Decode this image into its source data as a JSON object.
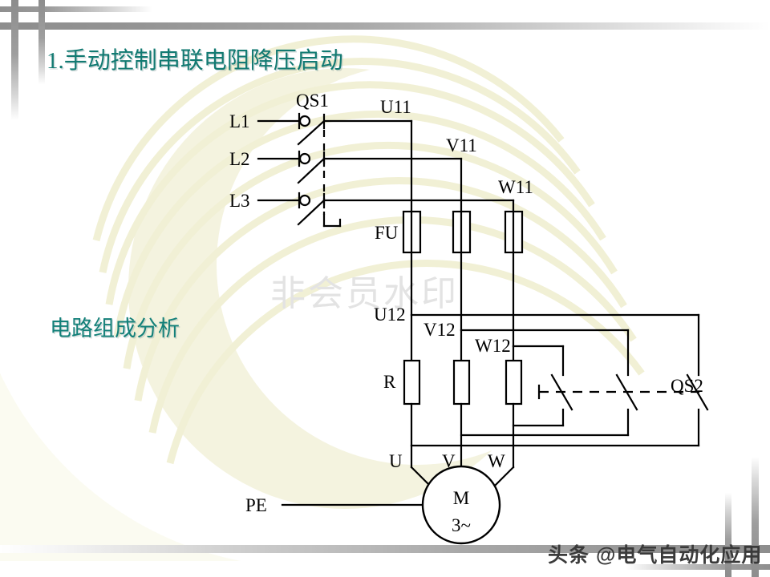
{
  "slide": {
    "title": "1.手动控制串联电阻降压启动",
    "subtitle": "电路组成分析",
    "background_color": "#ffffff",
    "accent_color": "#127a72",
    "band_color": "#9a9a9a",
    "swirl_color": "#f2f1d8"
  },
  "watermarks": {
    "center": "非会员水印",
    "bottom_right": "头条 @电气自动化应用"
  },
  "diagram": {
    "name": "manual-series-resistor-reduced-voltage-starter",
    "line_color": "#000000",
    "supply_lines": [
      {
        "id": "L1",
        "label": "L1"
      },
      {
        "id": "L2",
        "label": "L2"
      },
      {
        "id": "L3",
        "label": "L3"
      }
    ],
    "components": [
      {
        "id": "QS1",
        "label": "QS1",
        "type": "knife-switch-3pole"
      },
      {
        "id": "FU",
        "label": "FU",
        "type": "fuse-3x"
      },
      {
        "id": "R",
        "label": "R",
        "type": "resistor-3x"
      },
      {
        "id": "QS2",
        "label": "QS2",
        "type": "knife-switch-3pole"
      },
      {
        "id": "M",
        "label": "M",
        "type": "motor"
      }
    ],
    "node_labels": [
      {
        "id": "U11",
        "label": "U11"
      },
      {
        "id": "V11",
        "label": "V11"
      },
      {
        "id": "W11",
        "label": "W11"
      },
      {
        "id": "U12",
        "label": "U12"
      },
      {
        "id": "V12",
        "label": "V12"
      },
      {
        "id": "W12",
        "label": "W12"
      },
      {
        "id": "U",
        "label": "U"
      },
      {
        "id": "V",
        "label": "V"
      },
      {
        "id": "W",
        "label": "W"
      }
    ],
    "motor": {
      "symbol": "M",
      "phase": "3~"
    },
    "earth": {
      "id": "PE",
      "label": "PE"
    }
  }
}
